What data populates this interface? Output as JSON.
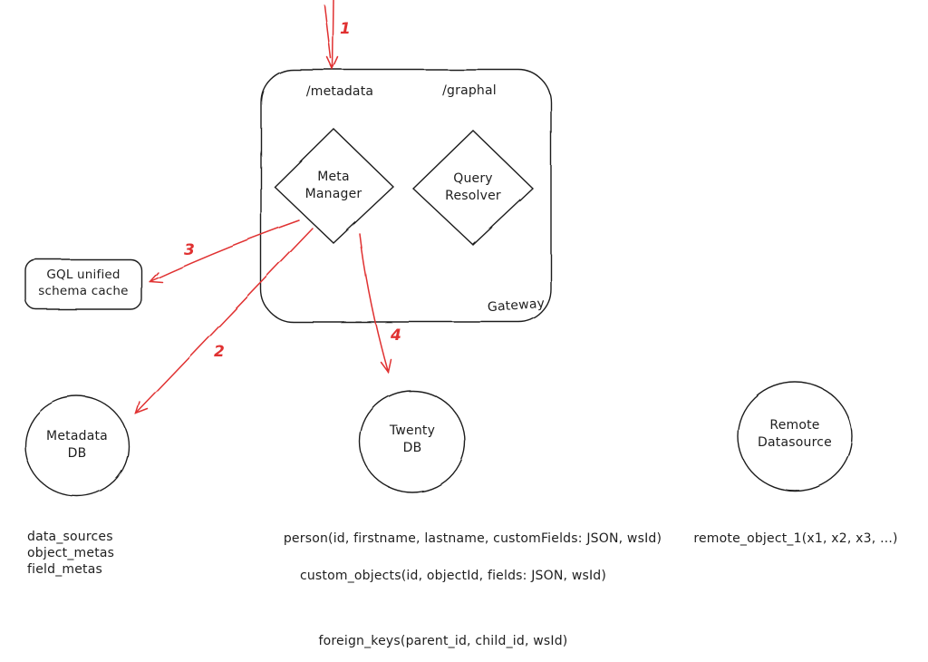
{
  "colors": {
    "ink": "#1e1e1e",
    "accent": "#e03131"
  },
  "gateway": {
    "title": "Gateway",
    "endpoints": {
      "metadata": "/metadata",
      "graphql": "/graphal"
    },
    "nodes": {
      "meta_manager": "Meta\nManager",
      "query_resolver": "Query\nResolver"
    }
  },
  "cache": {
    "label": "GQL unified\nschema cache"
  },
  "databases": {
    "metadata_db": {
      "label": "Metadata\nDB",
      "tables": "data_sources\nobject_metas\nfield_metas"
    },
    "twenty_db": {
      "label": "Twenty\nDB",
      "table_person": "person(id, firstname, lastname, customFields: JSON, wsId)",
      "table_custom_objects": "custom_objects(id, objectId, fields: JSON, wsId)",
      "table_foreign_keys": "foreign_keys(parent_id, child_id, wsId)"
    },
    "remote_datasource": {
      "label": "Remote\nDatasource",
      "table_remote_object": "remote_object_1(x1, x2, x3, ...)"
    }
  },
  "arrows": {
    "step1": "1",
    "step2": "2",
    "step3": "3",
    "step4": "4"
  }
}
